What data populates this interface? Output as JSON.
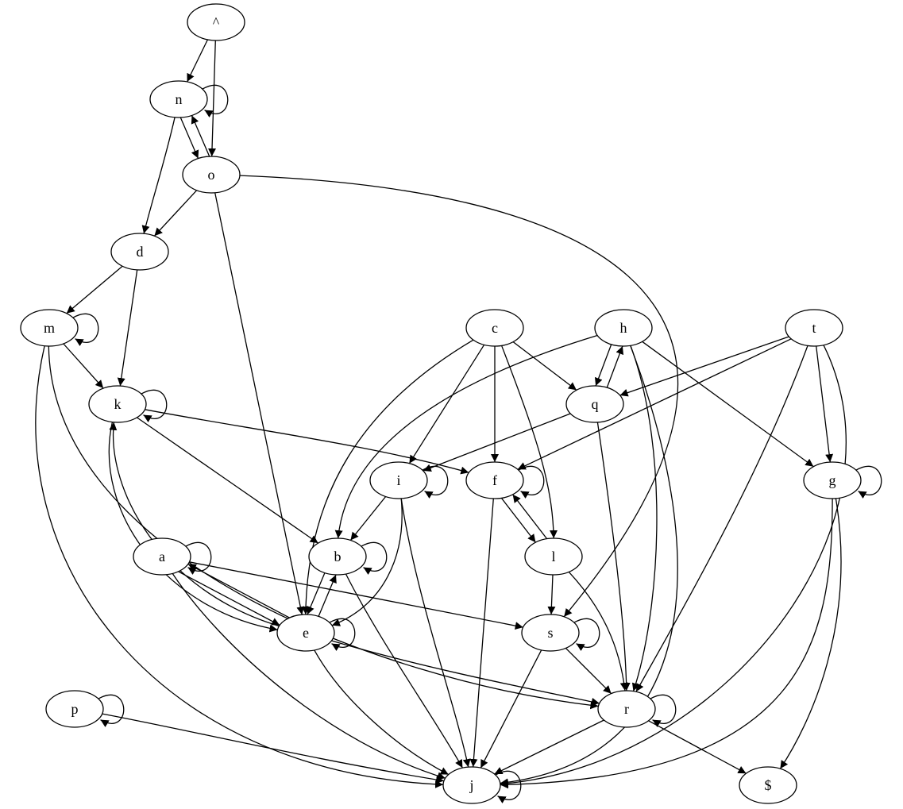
{
  "graph": {
    "colors": {
      "stroke": "#000000",
      "fill": "#ffffff",
      "background": "#ffffff"
    },
    "nodes": [
      {
        "id": "caret",
        "label": "^"
      },
      {
        "id": "n",
        "label": "n"
      },
      {
        "id": "o",
        "label": "o"
      },
      {
        "id": "d",
        "label": "d"
      },
      {
        "id": "m",
        "label": "m"
      },
      {
        "id": "k",
        "label": "k"
      },
      {
        "id": "c",
        "label": "c"
      },
      {
        "id": "h",
        "label": "h"
      },
      {
        "id": "t",
        "label": "t"
      },
      {
        "id": "q",
        "label": "q"
      },
      {
        "id": "i",
        "label": "i"
      },
      {
        "id": "f",
        "label": "f"
      },
      {
        "id": "g",
        "label": "g"
      },
      {
        "id": "a",
        "label": "a"
      },
      {
        "id": "b",
        "label": "b"
      },
      {
        "id": "l",
        "label": "l"
      },
      {
        "id": "e",
        "label": "e"
      },
      {
        "id": "s",
        "label": "s"
      },
      {
        "id": "p",
        "label": "p"
      },
      {
        "id": "r",
        "label": "r"
      },
      {
        "id": "j",
        "label": "j"
      },
      {
        "id": "dollar",
        "label": "$"
      }
    ],
    "edges": [
      {
        "from": "caret",
        "to": "n"
      },
      {
        "from": "caret",
        "to": "o"
      },
      {
        "from": "n",
        "to": "n"
      },
      {
        "from": "n",
        "to": "o"
      },
      {
        "from": "o",
        "to": "n"
      },
      {
        "from": "n",
        "to": "d"
      },
      {
        "from": "o",
        "to": "d"
      },
      {
        "from": "o",
        "to": "e"
      },
      {
        "from": "o",
        "to": "s"
      },
      {
        "from": "d",
        "to": "m"
      },
      {
        "from": "d",
        "to": "k"
      },
      {
        "from": "m",
        "to": "m"
      },
      {
        "from": "m",
        "to": "k"
      },
      {
        "from": "m",
        "to": "r"
      },
      {
        "from": "m",
        "to": "j"
      },
      {
        "from": "k",
        "to": "k"
      },
      {
        "from": "k",
        "to": "f"
      },
      {
        "from": "k",
        "to": "b"
      },
      {
        "from": "k",
        "to": "e"
      },
      {
        "from": "e",
        "to": "k"
      },
      {
        "from": "c",
        "to": "e"
      },
      {
        "from": "c",
        "to": "i"
      },
      {
        "from": "c",
        "to": "f"
      },
      {
        "from": "c",
        "to": "l"
      },
      {
        "from": "c",
        "to": "q"
      },
      {
        "from": "h",
        "to": "q"
      },
      {
        "from": "q",
        "to": "h"
      },
      {
        "from": "h",
        "to": "b"
      },
      {
        "from": "h",
        "to": "r"
      },
      {
        "from": "h",
        "to": "j"
      },
      {
        "from": "h",
        "to": "g"
      },
      {
        "from": "t",
        "to": "q"
      },
      {
        "from": "t",
        "to": "f"
      },
      {
        "from": "t",
        "to": "g"
      },
      {
        "from": "t",
        "to": "r"
      },
      {
        "from": "t",
        "to": "j"
      },
      {
        "from": "q",
        "to": "i"
      },
      {
        "from": "q",
        "to": "r"
      },
      {
        "from": "i",
        "to": "i"
      },
      {
        "from": "i",
        "to": "b"
      },
      {
        "from": "i",
        "to": "e"
      },
      {
        "from": "i",
        "to": "j"
      },
      {
        "from": "f",
        "to": "f"
      },
      {
        "from": "f",
        "to": "l"
      },
      {
        "from": "l",
        "to": "f"
      },
      {
        "from": "f",
        "to": "j"
      },
      {
        "from": "g",
        "to": "g"
      },
      {
        "from": "g",
        "to": "j"
      },
      {
        "from": "g",
        "to": "dollar"
      },
      {
        "from": "a",
        "to": "a"
      },
      {
        "from": "a",
        "to": "e"
      },
      {
        "from": "e",
        "to": "a"
      },
      {
        "from": "a",
        "to": "s"
      },
      {
        "from": "a",
        "to": "j"
      },
      {
        "from": "b",
        "to": "b"
      },
      {
        "from": "b",
        "to": "e"
      },
      {
        "from": "e",
        "to": "b"
      },
      {
        "from": "b",
        "to": "j"
      },
      {
        "from": "l",
        "to": "s"
      },
      {
        "from": "l",
        "to": "r"
      },
      {
        "from": "e",
        "to": "e"
      },
      {
        "from": "e",
        "to": "r"
      },
      {
        "from": "e",
        "to": "j"
      },
      {
        "from": "s",
        "to": "s"
      },
      {
        "from": "s",
        "to": "r"
      },
      {
        "from": "s",
        "to": "j"
      },
      {
        "from": "p",
        "to": "p"
      },
      {
        "from": "p",
        "to": "j"
      },
      {
        "from": "r",
        "to": "r"
      },
      {
        "from": "r",
        "to": "j"
      },
      {
        "from": "r",
        "to": "dollar"
      },
      {
        "from": "j",
        "to": "j"
      }
    ]
  }
}
